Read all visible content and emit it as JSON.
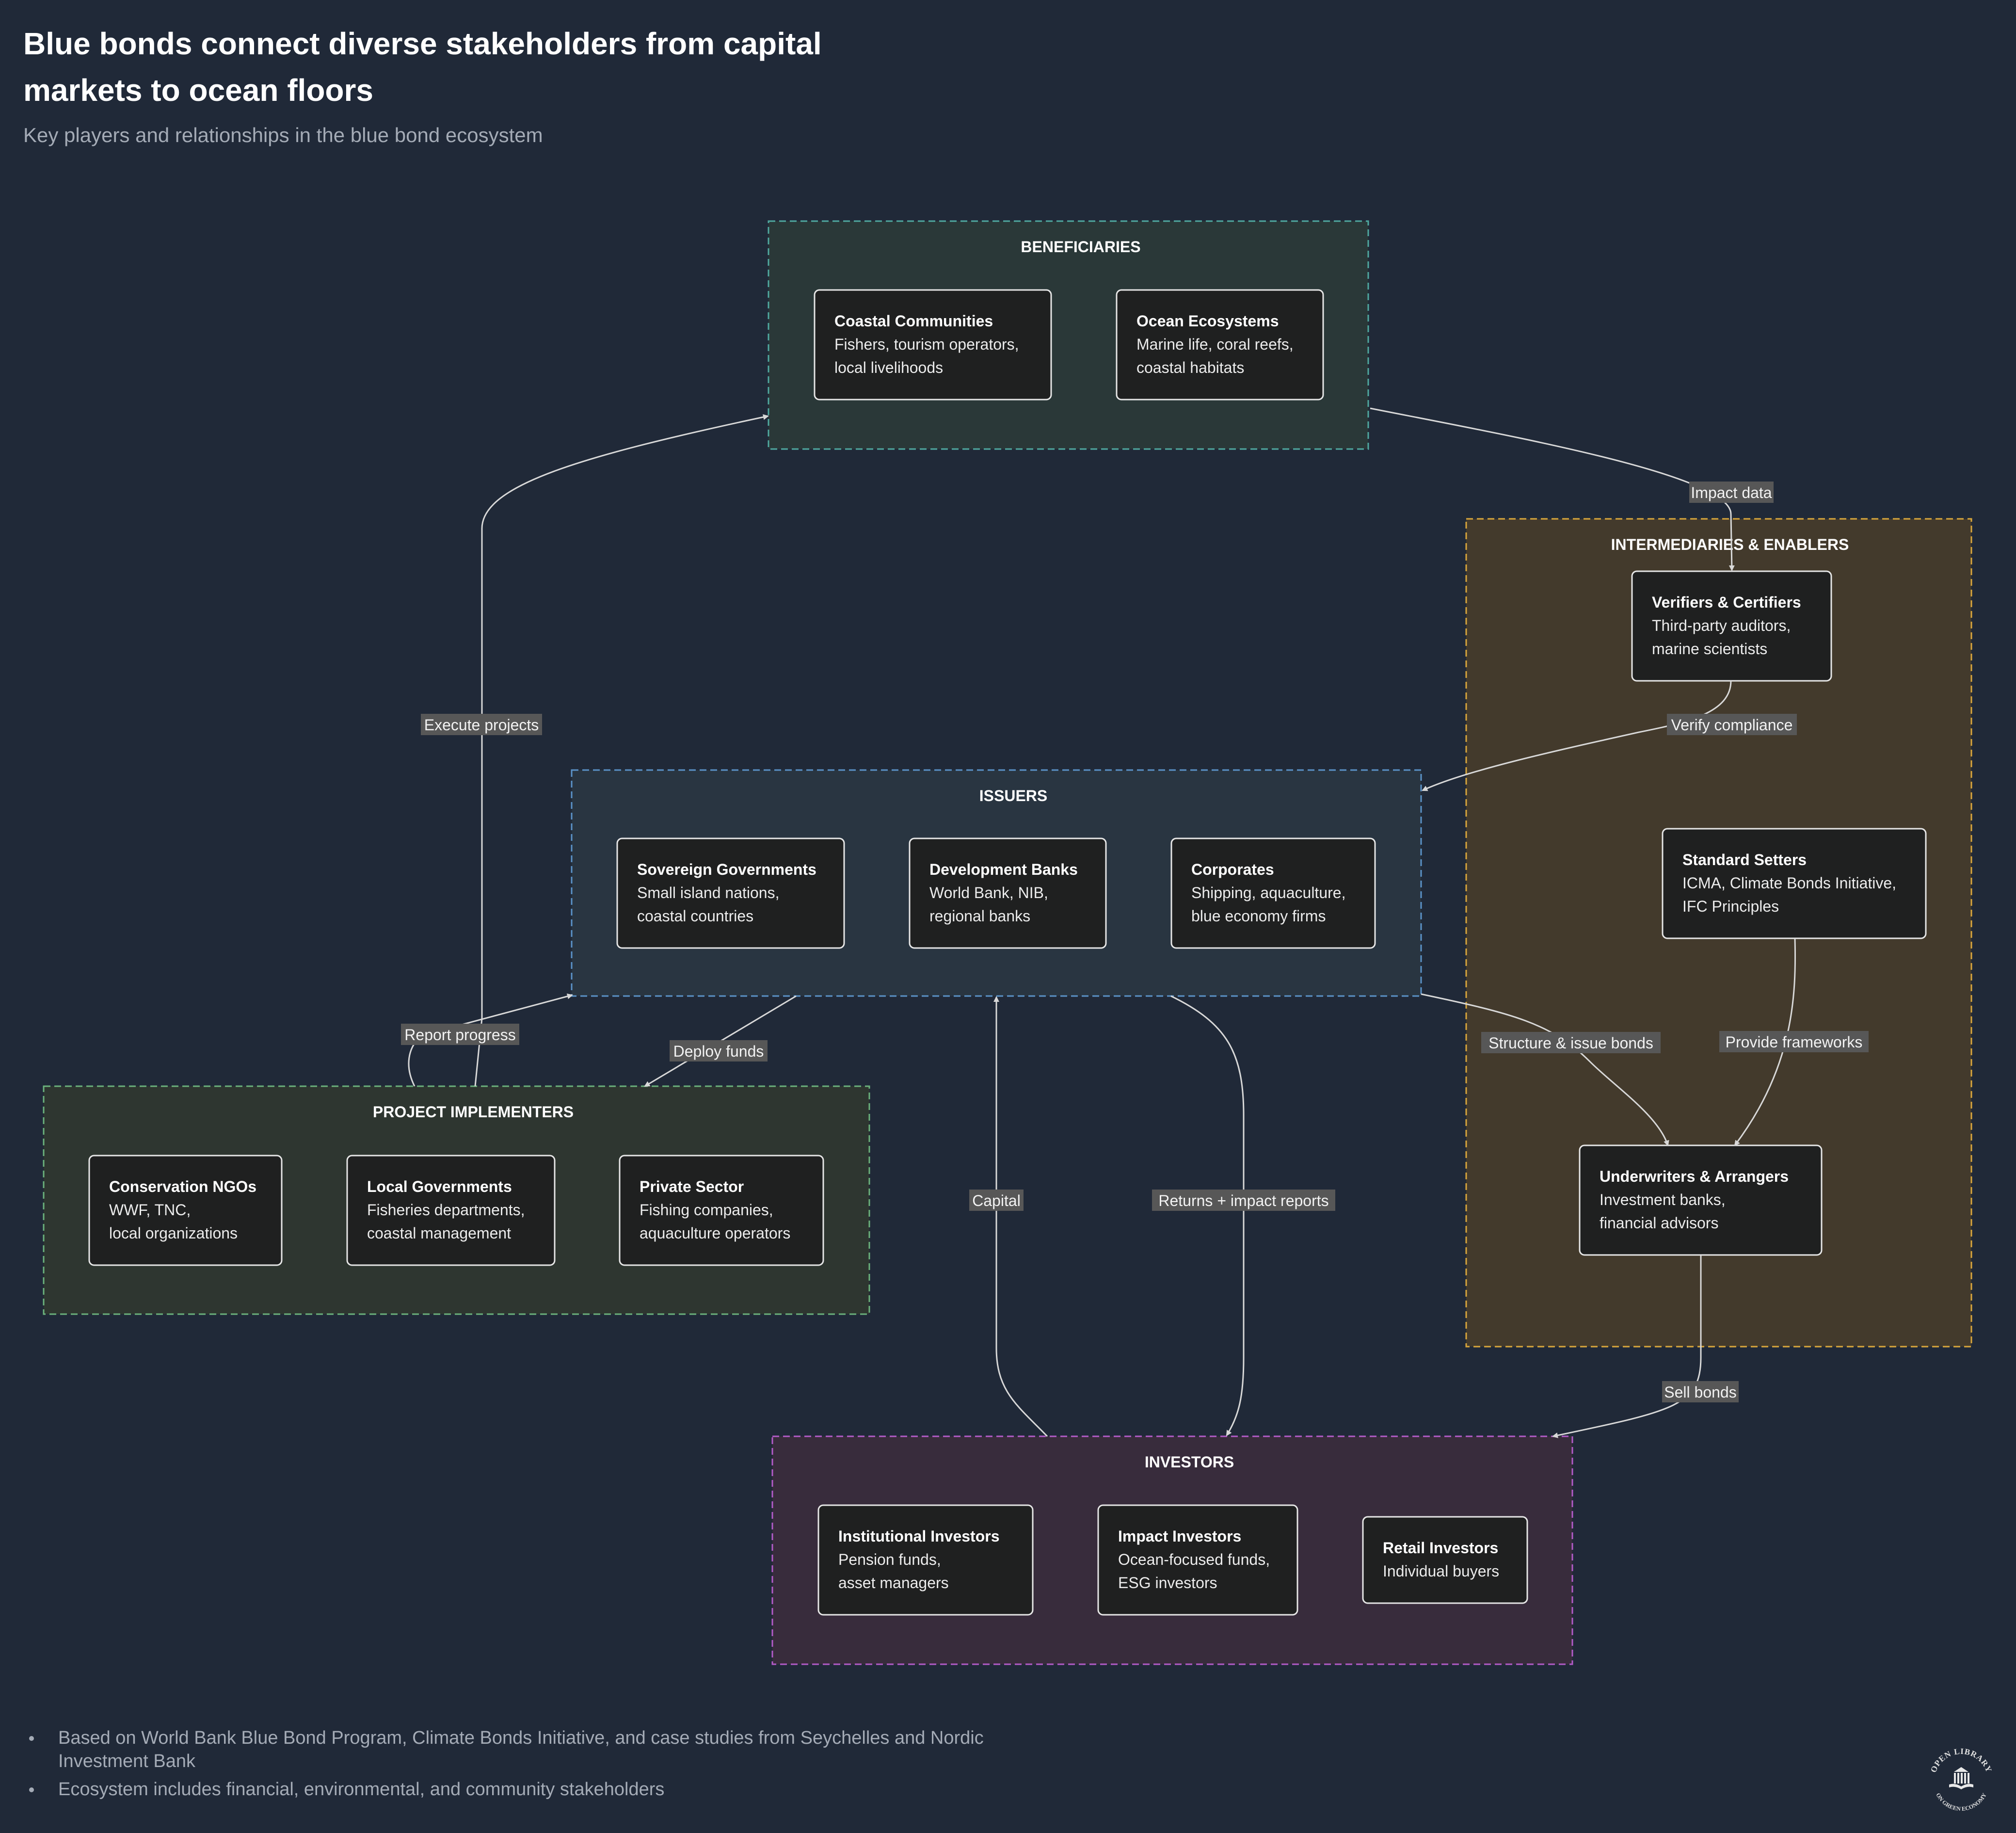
{
  "title": "Blue bonds connect diverse stakeholders from capital markets to ocean floors",
  "subtitle": "Key players and relationships in the blue bond ecosystem",
  "groups": {
    "beneficiaries": {
      "label": "BENEFICIARIES",
      "color": "#4fa9a0",
      "nodes": [
        {
          "title": "Coastal Communities",
          "desc": [
            "Fishers, tourism operators,",
            "local livelihoods"
          ]
        },
        {
          "title": "Ocean Ecosystems",
          "desc": [
            "Marine life, coral reefs,",
            "coastal habitats"
          ]
        }
      ]
    },
    "intermediaries": {
      "label": "INTERMEDIARIES & ENABLERS",
      "color": "#d9a63c",
      "nodes": [
        {
          "title": "Verifiers & Certifiers",
          "desc": [
            "Third-party auditors,",
            "marine scientists"
          ]
        },
        {
          "title": "Standard Setters",
          "desc": [
            "ICMA, Climate Bonds Initiative,",
            "IFC Principles"
          ]
        },
        {
          "title": "Underwriters & Arrangers",
          "desc": [
            "Investment banks,",
            "financial advisors"
          ]
        }
      ]
    },
    "issuers": {
      "label": "ISSUERS",
      "color": "#5b93c9",
      "nodes": [
        {
          "title": "Sovereign Governments",
          "desc": [
            "Small island nations,",
            "coastal countries"
          ]
        },
        {
          "title": "Development Banks",
          "desc": [
            "World Bank, NIB,",
            "regional banks"
          ]
        },
        {
          "title": "Corporates",
          "desc": [
            "Shipping, aquaculture,",
            "blue economy firms"
          ]
        }
      ]
    },
    "implementers": {
      "label": "PROJECT IMPLEMENTERS",
      "color": "#6bb27c",
      "nodes": [
        {
          "title": "Conservation NGOs",
          "desc": [
            "WWF, TNC,",
            "local organizations"
          ]
        },
        {
          "title": "Local Governments",
          "desc": [
            "Fisheries departments,",
            "coastal management"
          ]
        },
        {
          "title": "Private Sector",
          "desc": [
            "Fishing companies,",
            "aquaculture operators"
          ]
        }
      ]
    },
    "investors": {
      "label": "INVESTORS",
      "color": "#b35bc9",
      "nodes": [
        {
          "title": "Institutional Investors",
          "desc": [
            "Pension funds,",
            "asset managers"
          ]
        },
        {
          "title": "Impact Investors",
          "desc": [
            "Ocean-focused funds,",
            "ESG investors"
          ]
        },
        {
          "title": "Retail Investors",
          "desc": [
            "Individual buyers"
          ]
        }
      ]
    }
  },
  "edges": [
    {
      "label": "Impact data"
    },
    {
      "label": "Verify compliance"
    },
    {
      "label": "Execute projects"
    },
    {
      "label": "Report progress"
    },
    {
      "label": "Deploy funds"
    },
    {
      "label": "Capital"
    },
    {
      "label": "Returns + impact reports"
    },
    {
      "label": "Structure & issue bonds"
    },
    {
      "label": "Provide frameworks"
    },
    {
      "label": "Sell bonds"
    }
  ],
  "notes": [
    "Based on World Bank Blue Bond Program, Climate Bonds Initiative, and case studies from Seychelles and Nordic Investment Bank",
    "Ecosystem includes financial, environmental, and community stakeholders"
  ],
  "logo": {
    "icon": "book-library-icon",
    "text_top": "OPEN LIBRARY",
    "text_bottom": "ON GREEN ECONOMY"
  }
}
